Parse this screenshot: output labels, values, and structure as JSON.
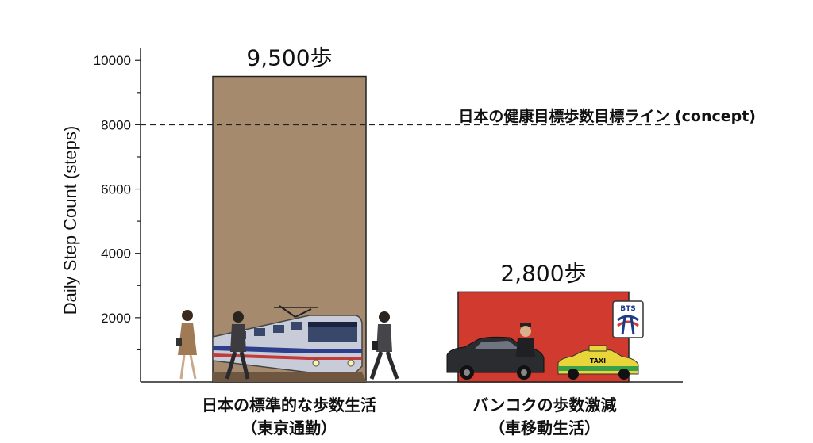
{
  "chart_data": {
    "type": "bar",
    "categories": [
      {
        "line1": "日本の標準的な歩数生活",
        "line2": "（東京通勤）"
      },
      {
        "line1": "バンコクの歩数激減",
        "line2": "（車移動生活）"
      }
    ],
    "values": [
      9500,
      2800
    ],
    "data_labels": [
      "9,500歩",
      "2,800歩"
    ],
    "bar_colors": [
      "#a58a6e",
      "#d03a2f"
    ],
    "ylabel": "Daily Step Count (steps)",
    "ylim": [
      0,
      10400
    ],
    "yticks": [
      2000,
      4000,
      6000,
      8000,
      10000
    ],
    "reference_line": {
      "value": 8000,
      "label": "日本の健康目標歩数目標ライン (concept)",
      "style": "dashed"
    },
    "grid": false,
    "icons": {
      "bar1": [
        "woman-walking-icon",
        "train-icon",
        "man-walking-icon"
      ],
      "bar2": [
        "sedan-car-icon",
        "driver-icon",
        "taxi-icon",
        "bts-logo-icon"
      ]
    },
    "icon_text": {
      "taxi": "TAXI",
      "bts": "BTS"
    }
  }
}
